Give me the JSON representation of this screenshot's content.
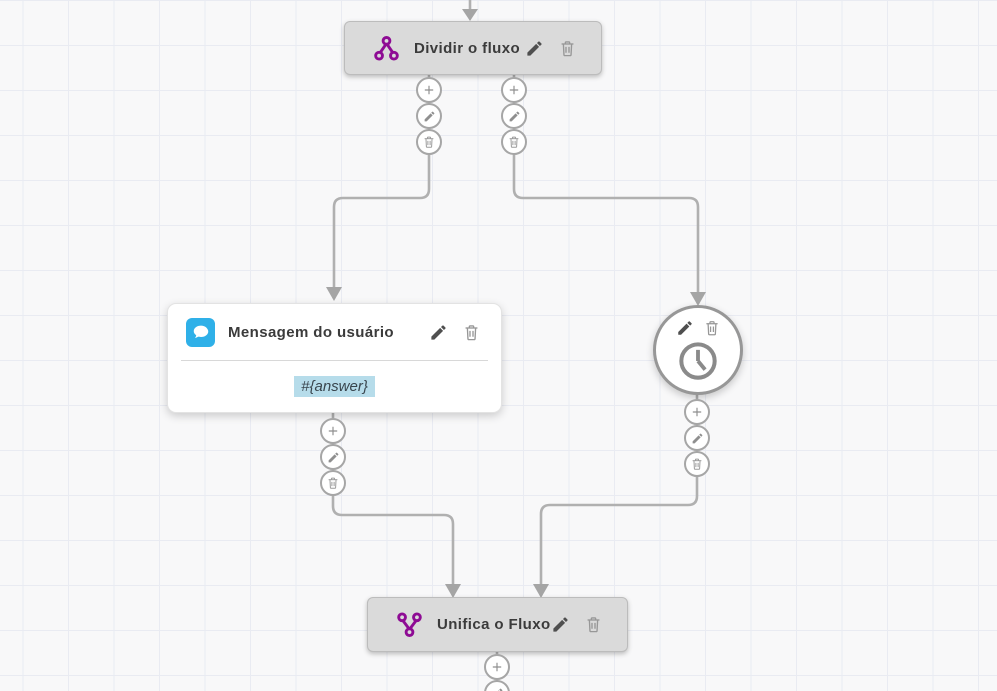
{
  "palette": {
    "connector": "#b0b0b0",
    "arrowhead": "#a5a5a5",
    "node_gray_fill": "#dadada",
    "node_gray_border": "#bcbcbc",
    "accent_purple": "#8e0b94",
    "accent_blue": "#2fb0e8",
    "value_highlight": "#b6dcea",
    "button_border": "#a6a6a6",
    "icon_gray": "#8f8f8f",
    "edit_icon_dark": "#4f4f4f",
    "delete_icon_gray": "#979797",
    "background_color": "#f8f8f9",
    "grid_line_color": "#e9ebf2",
    "title_color": "#3b3b3b"
  },
  "nodes": {
    "split": {
      "title": "Dividir o fluxo",
      "icon": "split-flow-icon"
    },
    "user_message": {
      "title": "Mensagem do usuário",
      "body_value": "#{answer}",
      "icon": "chat-bubble-icon"
    },
    "timer": {
      "icon": "clock-icon"
    },
    "merge": {
      "title": "Unifica o Fluxo",
      "icon": "merge-flow-icon"
    }
  },
  "icons": {
    "add": "plus-icon",
    "edit": "pencil-icon",
    "delete": "trash-icon"
  }
}
